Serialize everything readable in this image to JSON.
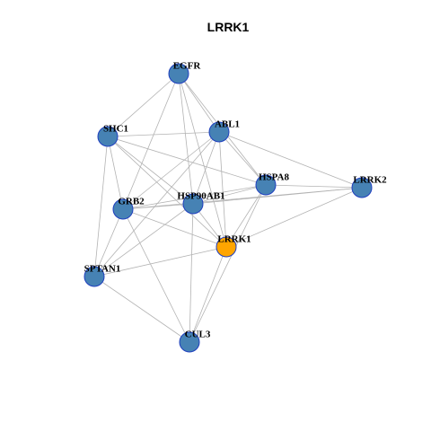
{
  "title": "LRRK1",
  "colors": {
    "node_fill": "#4682b4",
    "query_fill": "#ffa500",
    "node_border": "#1f3fbf",
    "edge": "#b3b3b3"
  },
  "nodes": [
    {
      "id": "EGFR",
      "label": "EGFR",
      "query": false
    },
    {
      "id": "ABL1",
      "label": "ABL1",
      "query": false
    },
    {
      "id": "SHC1",
      "label": "SHC1",
      "query": false
    },
    {
      "id": "HSPA8",
      "label": "HSPA8",
      "query": false
    },
    {
      "id": "LRRK2",
      "label": "LRRK2",
      "query": false
    },
    {
      "id": "HSP90AB1",
      "label": "HSP90AB1",
      "query": false
    },
    {
      "id": "GRB2",
      "label": "GRB2",
      "query": false
    },
    {
      "id": "LRRK1",
      "label": "LRRK1",
      "query": true
    },
    {
      "id": "SPTAN1",
      "label": "SPTAN1",
      "query": false
    },
    {
      "id": "CUL3",
      "label": "CUL3",
      "query": false
    }
  ],
  "edges": [
    [
      "EGFR",
      "ABL1"
    ],
    [
      "EGFR",
      "SHC1"
    ],
    [
      "EGFR",
      "GRB2"
    ],
    [
      "EGFR",
      "HSP90AB1"
    ],
    [
      "EGFR",
      "HSPA8"
    ],
    [
      "EGFR",
      "LRRK1"
    ],
    [
      "SHC1",
      "ABL1"
    ],
    [
      "SHC1",
      "GRB2"
    ],
    [
      "SHC1",
      "HSP90AB1"
    ],
    [
      "SHC1",
      "HSPA8"
    ],
    [
      "SHC1",
      "LRRK1"
    ],
    [
      "SHC1",
      "SPTAN1"
    ],
    [
      "ABL1",
      "GRB2"
    ],
    [
      "ABL1",
      "HSP90AB1"
    ],
    [
      "ABL1",
      "HSPA8"
    ],
    [
      "ABL1",
      "LRRK1"
    ],
    [
      "ABL1",
      "LRRK2"
    ],
    [
      "ABL1",
      "SPTAN1"
    ],
    [
      "HSPA8",
      "GRB2"
    ],
    [
      "HSPA8",
      "HSP90AB1"
    ],
    [
      "HSPA8",
      "LRRK1"
    ],
    [
      "HSPA8",
      "LRRK2"
    ],
    [
      "HSPA8",
      "CUL3"
    ],
    [
      "LRRK2",
      "GRB2"
    ],
    [
      "LRRK2",
      "HSP90AB1"
    ],
    [
      "LRRK2",
      "LRRK1"
    ],
    [
      "GRB2",
      "HSP90AB1"
    ],
    [
      "GRB2",
      "SPTAN1"
    ],
    [
      "GRB2",
      "CUL3"
    ],
    [
      "GRB2",
      "LRRK1"
    ],
    [
      "HSP90AB1",
      "LRRK1"
    ],
    [
      "HSP90AB1",
      "CUL3"
    ],
    [
      "HSP90AB1",
      "SPTAN1"
    ],
    [
      "LRRK1",
      "CUL3"
    ],
    [
      "LRRK1",
      "SPTAN1"
    ],
    [
      "SPTAN1",
      "CUL3"
    ]
  ]
}
